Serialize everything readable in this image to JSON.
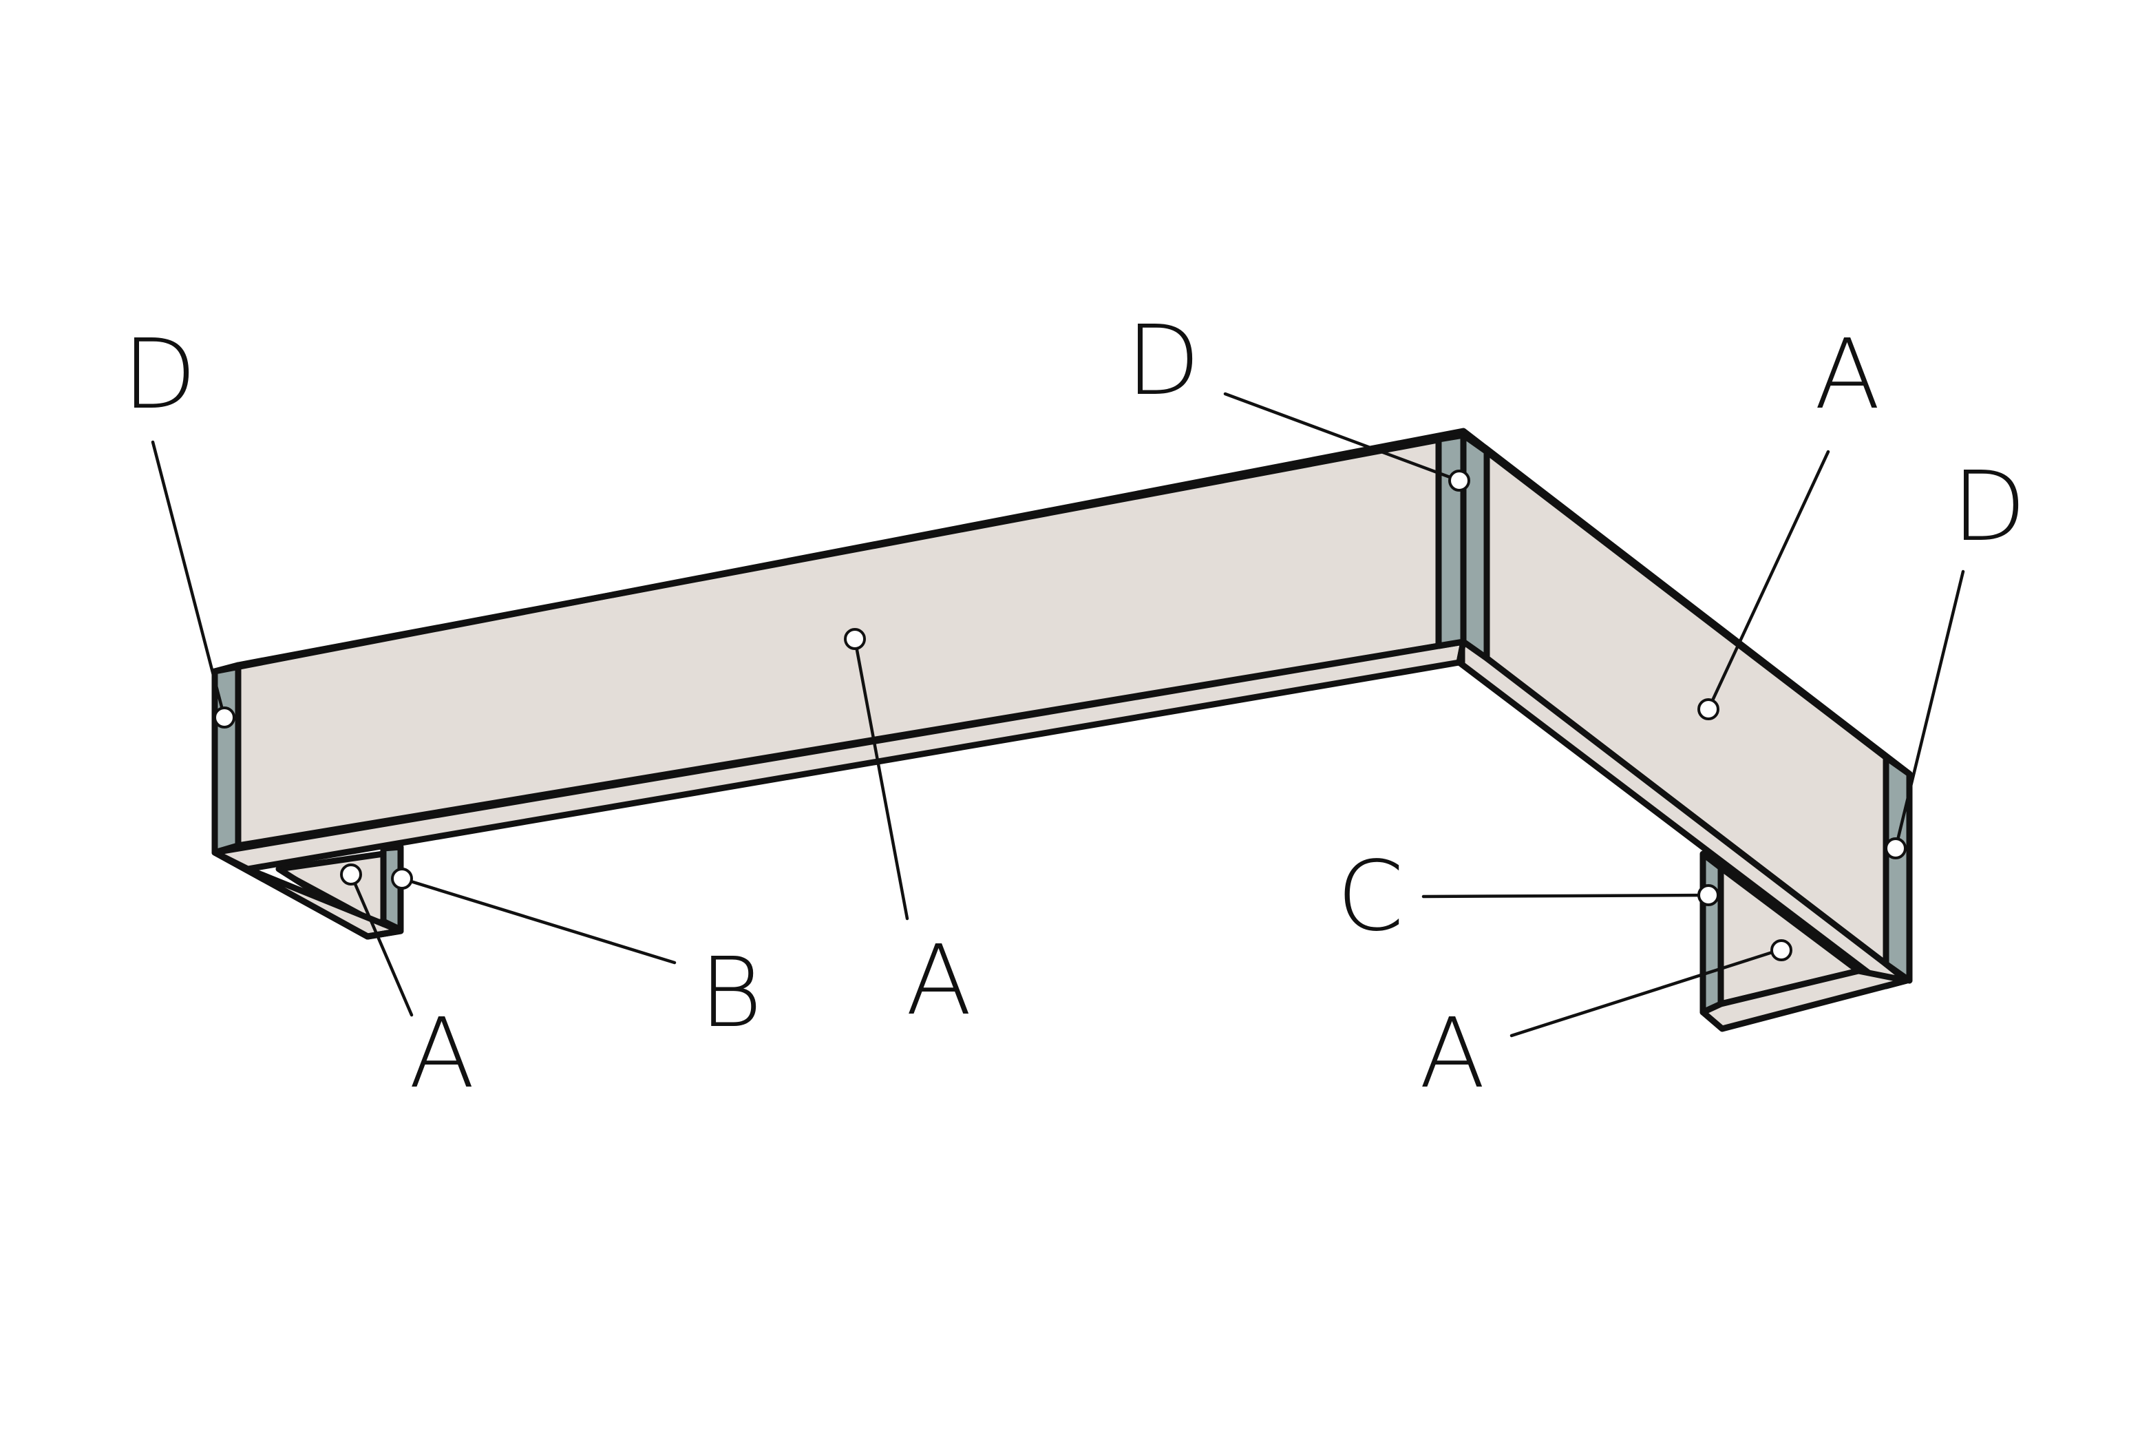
{
  "colors": {
    "panel": "#e3ddd8",
    "panel_edge": "#e3ddd8",
    "post": "#97a7a7",
    "outline": "#111111"
  },
  "labels": {
    "d_left": "D",
    "d_top": "D",
    "d_right": "D",
    "a_top_right": "A",
    "a_bottom_left": "A",
    "a_center": "A",
    "a_bottom_right": "A",
    "b": "B",
    "c": "C"
  }
}
